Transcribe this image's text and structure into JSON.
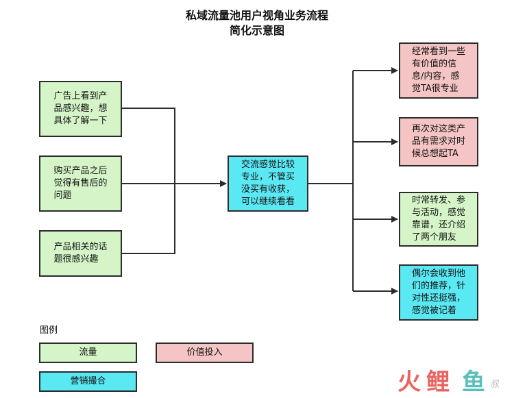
{
  "title": {
    "line1": "私域流量池用户视角业务流程",
    "line2": "简化示意图"
  },
  "sources": [
    {
      "text": "广告上看到产\n品感兴趣，想\n具体了解一下"
    },
    {
      "text": "购买产品之后\n觉得有售后的\n问题"
    },
    {
      "text": "产品相关的话\n题很感兴趣"
    }
  ],
  "center": {
    "text": "交流感觉比较\n专业，不管买\n没买有收获，\n可以继续看看"
  },
  "outcomes": [
    {
      "text": "经常看到一些\n有价值的信\n息/内容，感\n觉TA很专业",
      "kind": "pink"
    },
    {
      "text": "再次对这类产\n品有需求对时\n候总想起TA",
      "kind": "pink"
    },
    {
      "text": "时常转发、参\n与活动，感觉\n靠谱，还介绍\n了两个朋友",
      "kind": "green"
    },
    {
      "text": "偶尔会收到他\n们的推荐，针\n对性还挺强，\n感觉被记着",
      "kind": "cyan"
    }
  ],
  "legend": {
    "title": "图例",
    "items": [
      {
        "label": "流量",
        "kind": "green"
      },
      {
        "label": "价值投入",
        "kind": "pink"
      },
      {
        "label": "营销撮合",
        "kind": "cyan"
      }
    ]
  },
  "colors": {
    "green": "#d5f5c8",
    "pink": "#f5c4c4",
    "cyan": "#5ae8f3",
    "line": "#2b2b2b"
  },
  "watermark": {
    "text": "火鲤鱼"
  }
}
